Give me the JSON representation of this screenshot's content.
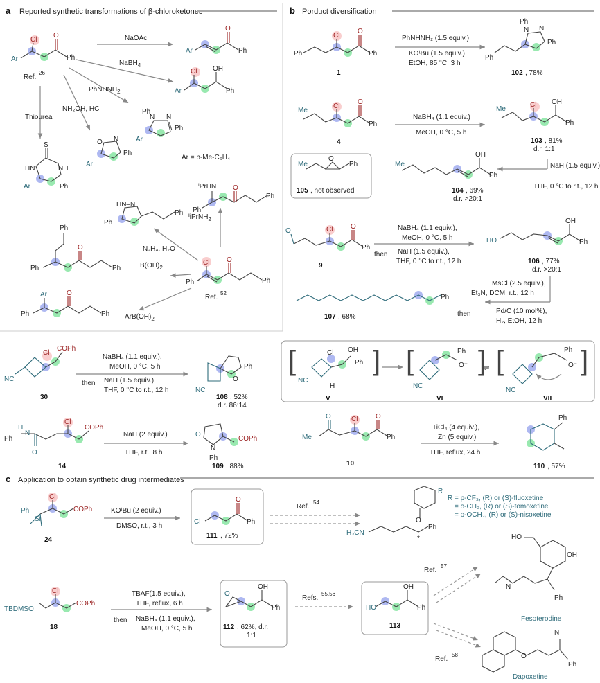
{
  "panel_a": {
    "letter": "a",
    "title": "Reported synthetic transformations of β-chloroketones",
    "ref_top": "Ref.",
    "ref_top_num": "26",
    "reagents": [
      "NaOAc",
      "NaBH",
      "PhNHNH",
      "NH₂OH, HCl",
      "Thiourea",
      "iPrNH",
      "N₂H₄, H₂O",
      "B(OH)",
      "ArB(OH)"
    ],
    "ar_def": "Ar = p-Me-C₆H₄",
    "ref_bottom": "Ref.",
    "ref_bottom_num": "52"
  },
  "panel_b": {
    "letter": "b",
    "title": "Porduct diversification",
    "r1": {
      "cond1": "PhNHNH₂ (1.5 equiv.)",
      "cond2": "KOᵗBu (1.5 equiv.)",
      "cond3": "EtOH, 85 °C, 3 h",
      "sm": "1",
      "prod": "102",
      "yield": ", 78%"
    },
    "r2": {
      "cond1": "NaBH₄ (1.1 equiv.)",
      "cond2": "MeOH, 0 °C, 5 h",
      "sm": "4",
      "prod": "103",
      "yield": ", 81%",
      "dr": "d.r. 1:1"
    },
    "r3": {
      "cond1": "NaH (1.5 equiv.)",
      "cond2": "THF, 0 °C to r.t., 12 h",
      "prod": "104",
      "yield": ", 69%",
      "dr": "d.r. >20:1",
      "nob": "105",
      "nob_text": ", not observed"
    },
    "r4": {
      "cond1": "NaBH₄ (1.1 equiv.),",
      "cond2": "MeOH, 0 °C, 5 h",
      "then": "then",
      "cond3": "NaH (1.5 equiv.),",
      "cond4": "THF, 0 °C to r.t., 12 h",
      "sm": "9",
      "prod": "106",
      "yield": ", 77%",
      "dr": "d.r. >20:1"
    },
    "r5": {
      "cond1": "MsCl (2.5 equiv.),",
      "cond2": "Et₃N, DCM, r.t., 12 h",
      "then": "then",
      "cond3": "Pd/C (10 mol%),",
      "cond4": "H₂, EtOH, 12 h",
      "prod": "107",
      "yield": ", 68%"
    }
  },
  "middle": {
    "r30": {
      "cond1": "NaBH₄ (1.1 equiv.),",
      "cond2": "MeOH, 0 °C, 5 h",
      "then": "then",
      "cond3": "NaH (1.5 equiv.),",
      "cond4": "THF, 0 °C to r.t., 12 h",
      "sm": "30",
      "prod": "108",
      "yield": ", 52%",
      "dr": "d.r. 86:14"
    },
    "mech": {
      "i1": "V",
      "i2": "VI",
      "i3": "VII"
    },
    "r14": {
      "cond1": "NaH (2 equiv.)",
      "cond2": "THF, r.t., 8 h",
      "sm": "14",
      "prod": "109",
      "yield": ", 88%"
    },
    "r10": {
      "cond1": "TiCl₄ (4 equiv.),",
      "cond2": "Zn (5 equiv.)",
      "cond3": "THF, reflux, 24 h",
      "sm": "10",
      "prod": "110",
      "yield": ", 57%"
    }
  },
  "panel_c": {
    "letter": "c",
    "title": "Application to obtain synthetic drug intermediates",
    "r24": {
      "cond1": "KOᵗBu (2 equiv.)",
      "cond2": "DMSO, r.t., 3 h",
      "sm": "24",
      "prod": "111",
      "yield": ", 72%",
      "ref": "Ref.",
      "ref_num": "54"
    },
    "r_def": [
      "R = p-CF₃, (R) or (S)-fluoxetine",
      "= o-CH₃, (R) or (S)-tomoxetine",
      "= o-OCH₃, (R) or (S)-nisoxetine"
    ],
    "r18": {
      "cond1": "TBAF(1.5 equiv.),",
      "cond2": "THF, reflux, 6 h",
      "then": "then",
      "cond3": "NaBH₄ (1.1 equiv.),",
      "cond4": "MeOH, 0 °C, 5 h",
      "sm": "18",
      "prod": "112",
      "yield": ", 62%, d.r.",
      "dr": "1:1",
      "refs": "Refs.",
      "refs_num": "55,56",
      "prod2": "113"
    },
    "ref57": "Ref.",
    "ref57_num": "57",
    "drug1": "Fesoterodine",
    "ref58": "Ref.",
    "ref58_num": "58",
    "drug2": "Dapoxetine"
  }
}
